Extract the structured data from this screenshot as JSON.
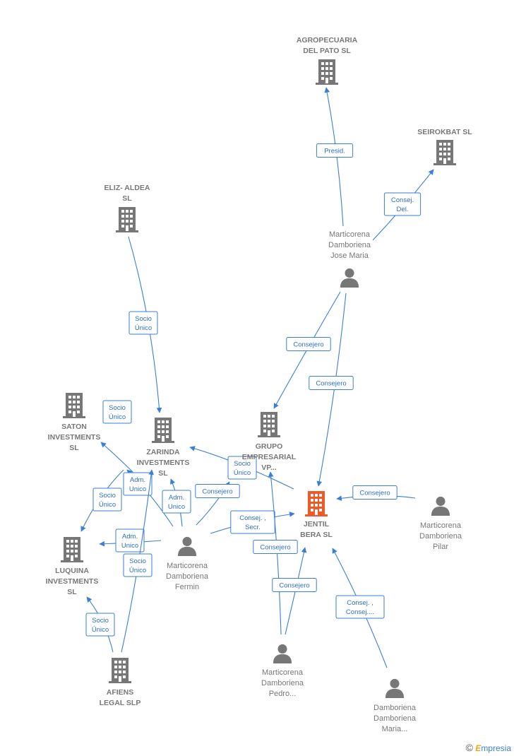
{
  "colors": {
    "edge": "#3a7fd5",
    "node": "#777777",
    "main": "#f05a28"
  },
  "nodes": [
    {
      "id": "agro",
      "type": "company",
      "lines": [
        "AGROPECUARIA",
        "DEL PATO SL"
      ],
      "icon": "building-icon"
    },
    {
      "id": "seir",
      "type": "company",
      "lines": [
        "SEIROKBAT SL"
      ],
      "icon": "building-icon"
    },
    {
      "id": "eliz",
      "type": "company",
      "lines": [
        "ELIZ- ALDEA",
        "SL"
      ],
      "icon": "building-icon"
    },
    {
      "id": "jose",
      "type": "person",
      "lines": [
        "Marticorena",
        "Damboriena",
        "Jose Maria"
      ],
      "icon": "person-icon"
    },
    {
      "id": "saton",
      "type": "company",
      "lines": [
        "SATON",
        "INVESTMENTS",
        "SL"
      ],
      "icon": "building-icon"
    },
    {
      "id": "zarinda",
      "type": "company",
      "lines": [
        "ZARINDA",
        "INVESTMENTS",
        "SL"
      ],
      "icon": "building-icon"
    },
    {
      "id": "grupo",
      "type": "company",
      "lines": [
        "GRUPO",
        "EMPRESARIAL",
        "VP..."
      ],
      "icon": "building-icon"
    },
    {
      "id": "jentil",
      "type": "main",
      "lines": [
        "JENTIL",
        "BERA SL"
      ],
      "icon": "building-icon"
    },
    {
      "id": "pilar",
      "type": "person",
      "lines": [
        "Marticorena",
        "Damboriena",
        "Pilar"
      ],
      "icon": "person-icon"
    },
    {
      "id": "luquina",
      "type": "company",
      "lines": [
        "LUQUINA",
        "INVESTMENTS",
        "SL"
      ],
      "icon": "building-icon"
    },
    {
      "id": "fermin",
      "type": "person",
      "lines": [
        "Marticorena",
        "Damboriena",
        "Fermin"
      ],
      "icon": "person-icon"
    },
    {
      "id": "afiens",
      "type": "company",
      "lines": [
        "AFIENS",
        "LEGAL SLP"
      ],
      "icon": "building-icon"
    },
    {
      "id": "pedro",
      "type": "person",
      "lines": [
        "Marticorena",
        "Damboriena",
        "Pedro..."
      ],
      "icon": "person-icon"
    },
    {
      "id": "maria",
      "type": "person",
      "lines": [
        "Damboriena",
        "Damboriena",
        "Maria..."
      ],
      "icon": "person-icon"
    }
  ],
  "edges": [
    {
      "from": "jose",
      "to": "agro",
      "label": [
        "Presid."
      ]
    },
    {
      "from": "jose",
      "to": "seir",
      "label": [
        "Consej.",
        "Del."
      ]
    },
    {
      "from": "eliz",
      "to": "zarinda",
      "label": [
        "Socio",
        "Único"
      ]
    },
    {
      "from": "jose",
      "to": "grupo",
      "label": [
        "Consejero"
      ]
    },
    {
      "from": "jose",
      "to": "jentil",
      "label": [
        "Consejero"
      ]
    },
    {
      "from": "zarinda",
      "to": "saton",
      "label": [
        "Socio",
        "Único"
      ]
    },
    {
      "from": "fermin",
      "to": "saton",
      "label": [
        "Adm.",
        "Unico"
      ]
    },
    {
      "from": "fermin",
      "to": "zarinda",
      "label": [
        "Adm.",
        "Unico"
      ]
    },
    {
      "from": "fermin",
      "to": "grupo",
      "label": [
        "Consejero"
      ]
    },
    {
      "from": "jentil",
      "to": "zarinda",
      "label": [
        "Socio",
        "Único"
      ]
    },
    {
      "from": "fermin",
      "to": "jentil",
      "label": [
        "Consej. ,",
        "Secr."
      ]
    },
    {
      "from": "pilar",
      "to": "jentil",
      "label": [
        "Consejero"
      ]
    },
    {
      "from": "saton",
      "to": "luquina",
      "label": [
        "Socio",
        "Único"
      ]
    },
    {
      "from": "fermin",
      "to": "luquina",
      "label": [
        "Adm.",
        "Unico"
      ]
    },
    {
      "from": "afiens",
      "to": "zarinda",
      "label": [
        "Socio",
        "Único"
      ]
    },
    {
      "from": "afiens",
      "to": "luquina",
      "label": [
        "Socio",
        "Único"
      ]
    },
    {
      "from": "pedro",
      "to": "grupo",
      "label": [
        "Consejero"
      ]
    },
    {
      "from": "pedro",
      "to": "jentil",
      "label": [
        "Consejero"
      ]
    },
    {
      "from": "maria",
      "to": "jentil",
      "label": [
        "Consej. ,",
        "Consej...."
      ]
    }
  ],
  "brand": {
    "symbol": "©",
    "initial": "E",
    "rest": "mpresia"
  }
}
